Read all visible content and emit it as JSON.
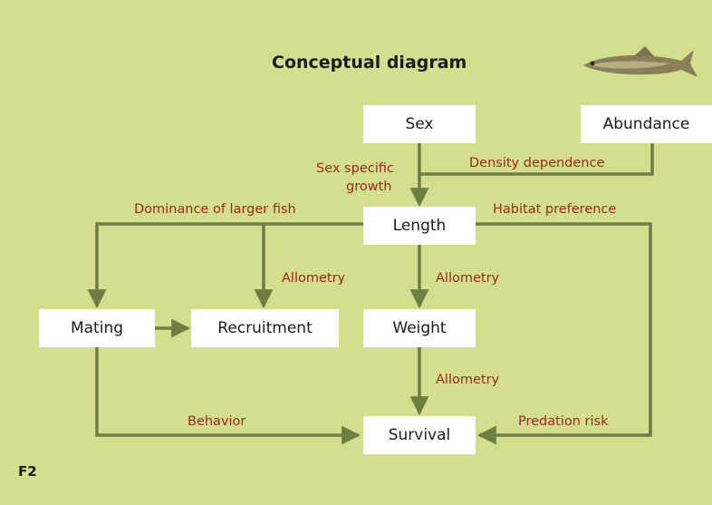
{
  "title": "Conceptual diagram",
  "figure_label": "F2",
  "colors": {
    "background": "#d3df8f",
    "box": "#ffffff",
    "arrow": "#6f7d45",
    "label": "#9b2a1a"
  },
  "nodes": {
    "sex": "Sex",
    "abundance": "Abundance",
    "length": "Length",
    "mating": "Mating",
    "recruitment": "Recruitment",
    "weight": "Weight",
    "survival": "Survival"
  },
  "edge_labels": {
    "sex_specific_line1": "Sex specific",
    "sex_specific_line2": "growth",
    "density_dependence": "Density dependence",
    "dominance": "Dominance of larger fish",
    "habitat_preference": "Habitat preference",
    "allometry_recruitment": "Allometry",
    "allometry_weight": "Allometry",
    "allometry_survival": "Allometry",
    "behavior": "Behavior",
    "predation_risk": "Predation risk"
  },
  "decoration": {
    "image": "fish-icon"
  }
}
